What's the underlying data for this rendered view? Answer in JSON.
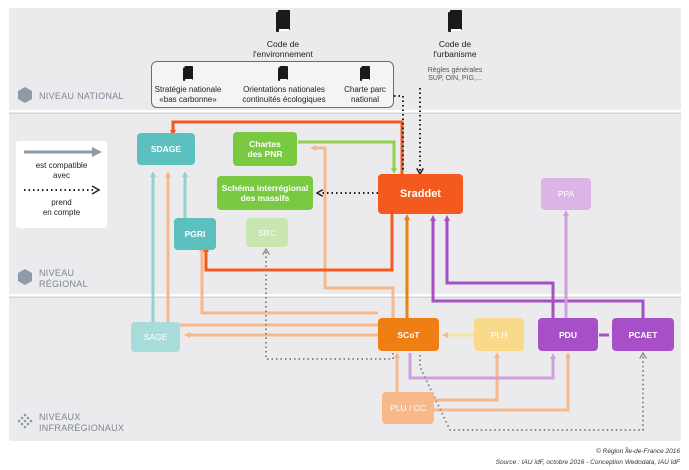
{
  "levels": {
    "national": "NIVEAU NATIONAL",
    "regional_1": "NIVEAU",
    "regional_2": "RÉGIONAL",
    "infra_1": "NIVEAUX",
    "infra_2": "INFRARÉGIONAUX"
  },
  "codes": {
    "env_1": "Code de",
    "env_2": "l'environnement",
    "urb_1": "Code de",
    "urb_2": "l'urbanisme",
    "urb_note_1": "Règles générales",
    "urb_note_2": "SUP, OIN, PIG,..."
  },
  "env_docs": {
    "snbc_1": "Stratégie nationale",
    "snbc_2": "«bas carbonne»",
    "onc_1": "Orientations nationales",
    "onc_2": "continuités écologiques",
    "cpn_1": "Charte parc",
    "cpn_2": "national"
  },
  "boxes": {
    "sdage": "SDAGE",
    "chartes_pnr_1": "Chartes",
    "chartes_pnr_2": "des PNR",
    "schema_massifs_1": "Schéma interrégional",
    "schema_massifs_2": "des massifs",
    "sraddet": "Sraddet",
    "ppa": "PPA",
    "pgri": "PGRI",
    "src": "SRC",
    "sage": "SAGE",
    "scot": "SCoT",
    "plh": "PLH",
    "pdu": "PDU",
    "pcaet": "PCAET",
    "plu": "PLU / CC"
  },
  "legend": {
    "compatible_1": "est compatible",
    "compatible_2": "avec",
    "prend_1": "prend",
    "prend_2": "en compte"
  },
  "footer": {
    "copyright": "© Région Île-de-France 2016",
    "source": "Source : IAU îdF, octobre 2016 - Conception Wedodata, IAU îdF"
  },
  "colors": {
    "sraddet": "#f45a1e",
    "scot": "#f07f13",
    "teal": "#5bc0be",
    "green": "#7ac943",
    "purple": "#a64fc6",
    "peach": "#f7b88a",
    "dark": "#222222"
  }
}
